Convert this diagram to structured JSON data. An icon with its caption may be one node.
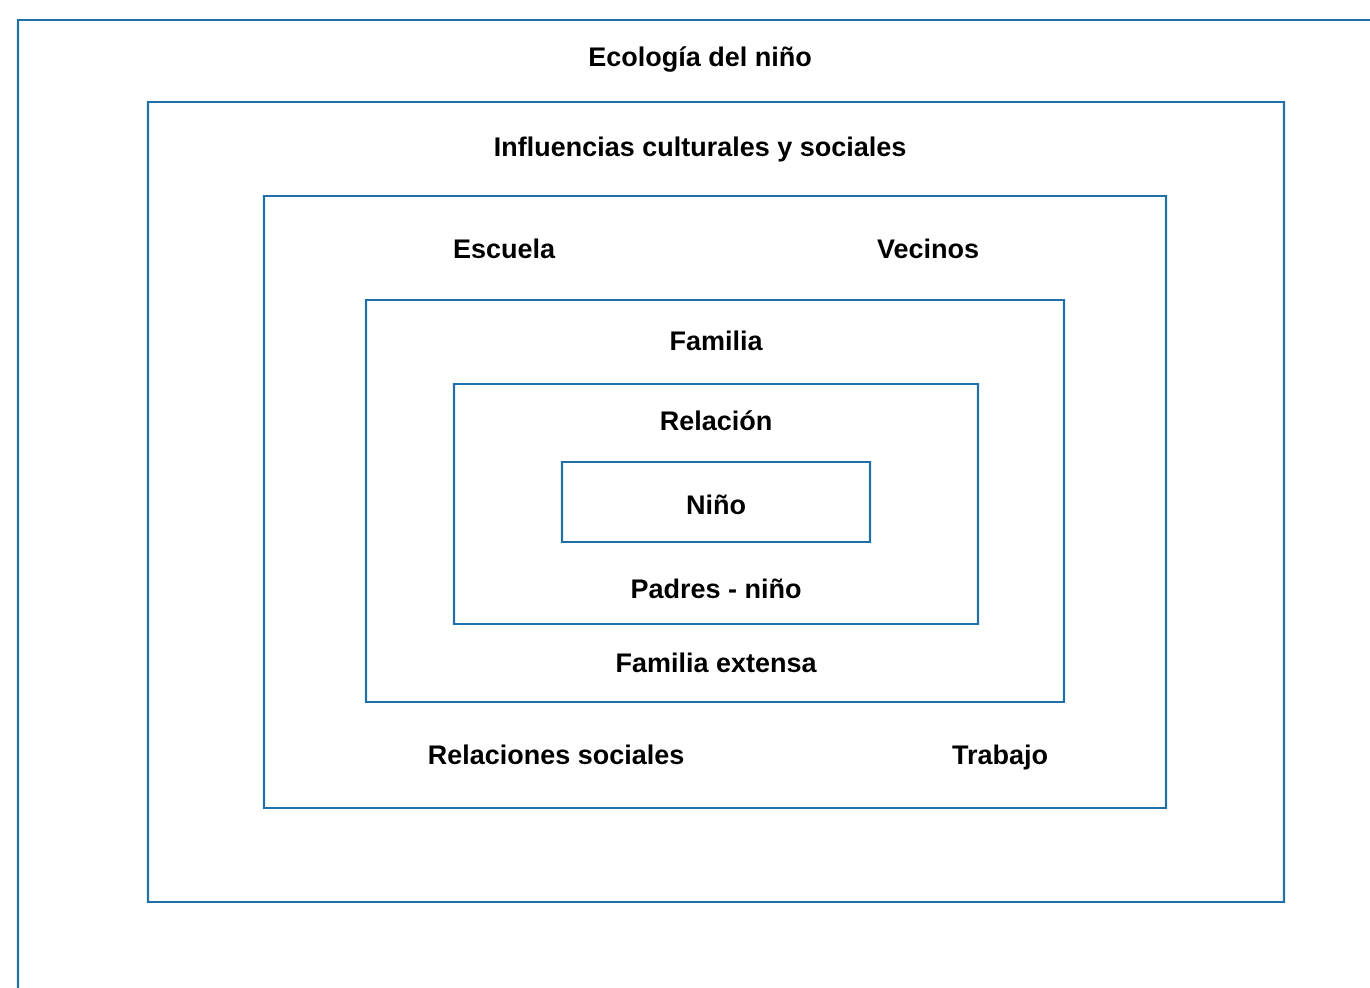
{
  "diagram": {
    "nodes": [
      {
        "text": [
          "Ecología del niño"
        ]
      },
      {
        "text": [
          "Influencias culturales y sociales"
        ],
        "in": 0
      },
      {
        "text": [
          "Escuela",
          "Vecinos",
          "Relaciones sociales",
          "Trabajo"
        ],
        "in": 1
      },
      {
        "text": [
          "Familia",
          "Familia extensa"
        ],
        "in": 2
      },
      {
        "text": [
          "Relación",
          "Padres - niño"
        ],
        "in": 3
      },
      {
        "text": [
          "Niño"
        ],
        "in": 4
      }
    ]
  }
}
